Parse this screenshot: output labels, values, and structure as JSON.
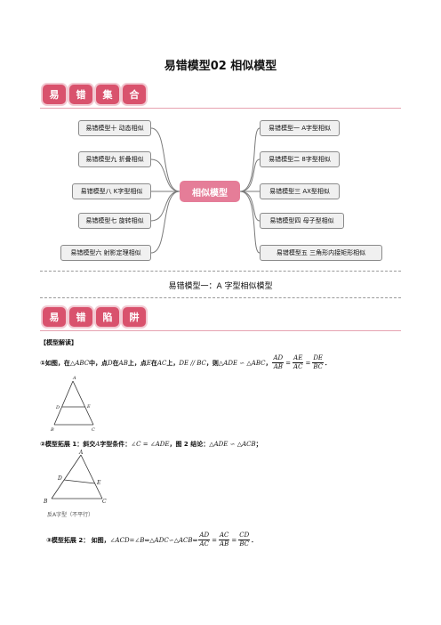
{
  "title": "易错模型02  相似模型",
  "banner1": [
    "易",
    "错",
    "集",
    "合"
  ],
  "mindmap": {
    "center": "相似模型",
    "left": [
      "易错模型十 动态相似",
      "易错模型九 折叠相似",
      "易错模型八 K字型相似",
      "易错模型七 旋转相似",
      "易错模型六 射影定理相似"
    ],
    "right": [
      "易错模型一 A字型相似",
      "易错模型二 8字型相似",
      "易错模型三 AX型相似",
      "易错模型四 母子型相似",
      "易错模型五 三角形内接矩形相似"
    ],
    "colors": {
      "center": "#e57d98",
      "node_fill": "#f0f0f0",
      "node_border": "#8a8a8a"
    }
  },
  "section_title": "易错模型一：A 字型相似模型",
  "banner2": [
    "易",
    "错",
    "陷",
    "阱"
  ],
  "heading": "【模型解读】",
  "item1": {
    "prefix": "①如图，在",
    "abc": "△ABC",
    "mid1": "中，点",
    "D": "D",
    "mid2": "在",
    "AB": "AB",
    "mid3": "上，点",
    "E": "E",
    "mid4": "在",
    "AC": "AC",
    "mid5": "上，",
    "parallel": "DE // BC",
    "mid6": "，则",
    "sim": "△ADE ∽ △ABC",
    "comma": "，",
    "f1": {
      "num": "AD",
      "den": "AB"
    },
    "f2": {
      "num": "AE",
      "den": "AC"
    },
    "f3": {
      "num": "DE",
      "den": "BC"
    },
    "eq": "=",
    "end": "．"
  },
  "fig1": {
    "A": "A",
    "B": "B",
    "C": "C",
    "D": "D",
    "E": "E"
  },
  "item2": {
    "prefix": "②模型拓展 1：斜交",
    "A": "A",
    "mid": "字型条件：",
    "cond": "∠C = ∠ADE",
    "mid2": "，图 2 结论：",
    "concl": "△ADE ∽ △ACB",
    "end": "；"
  },
  "fig2": {
    "A": "A",
    "B": "B",
    "C": "C",
    "D": "D",
    "E": "E",
    "caption": "反A字型（不平行）"
  },
  "item3": {
    "prefix": "③模型拓展 2：  如图，",
    "chain": "∠ACD=∠B⇔△ADC∽△ACB⇔",
    "f1": {
      "num": "AD",
      "den": "AC"
    },
    "f2": {
      "num": "AC",
      "den": "AB"
    },
    "f3": {
      "num": "CD",
      "den": "BC"
    },
    "eq": "=",
    "end": "．"
  }
}
